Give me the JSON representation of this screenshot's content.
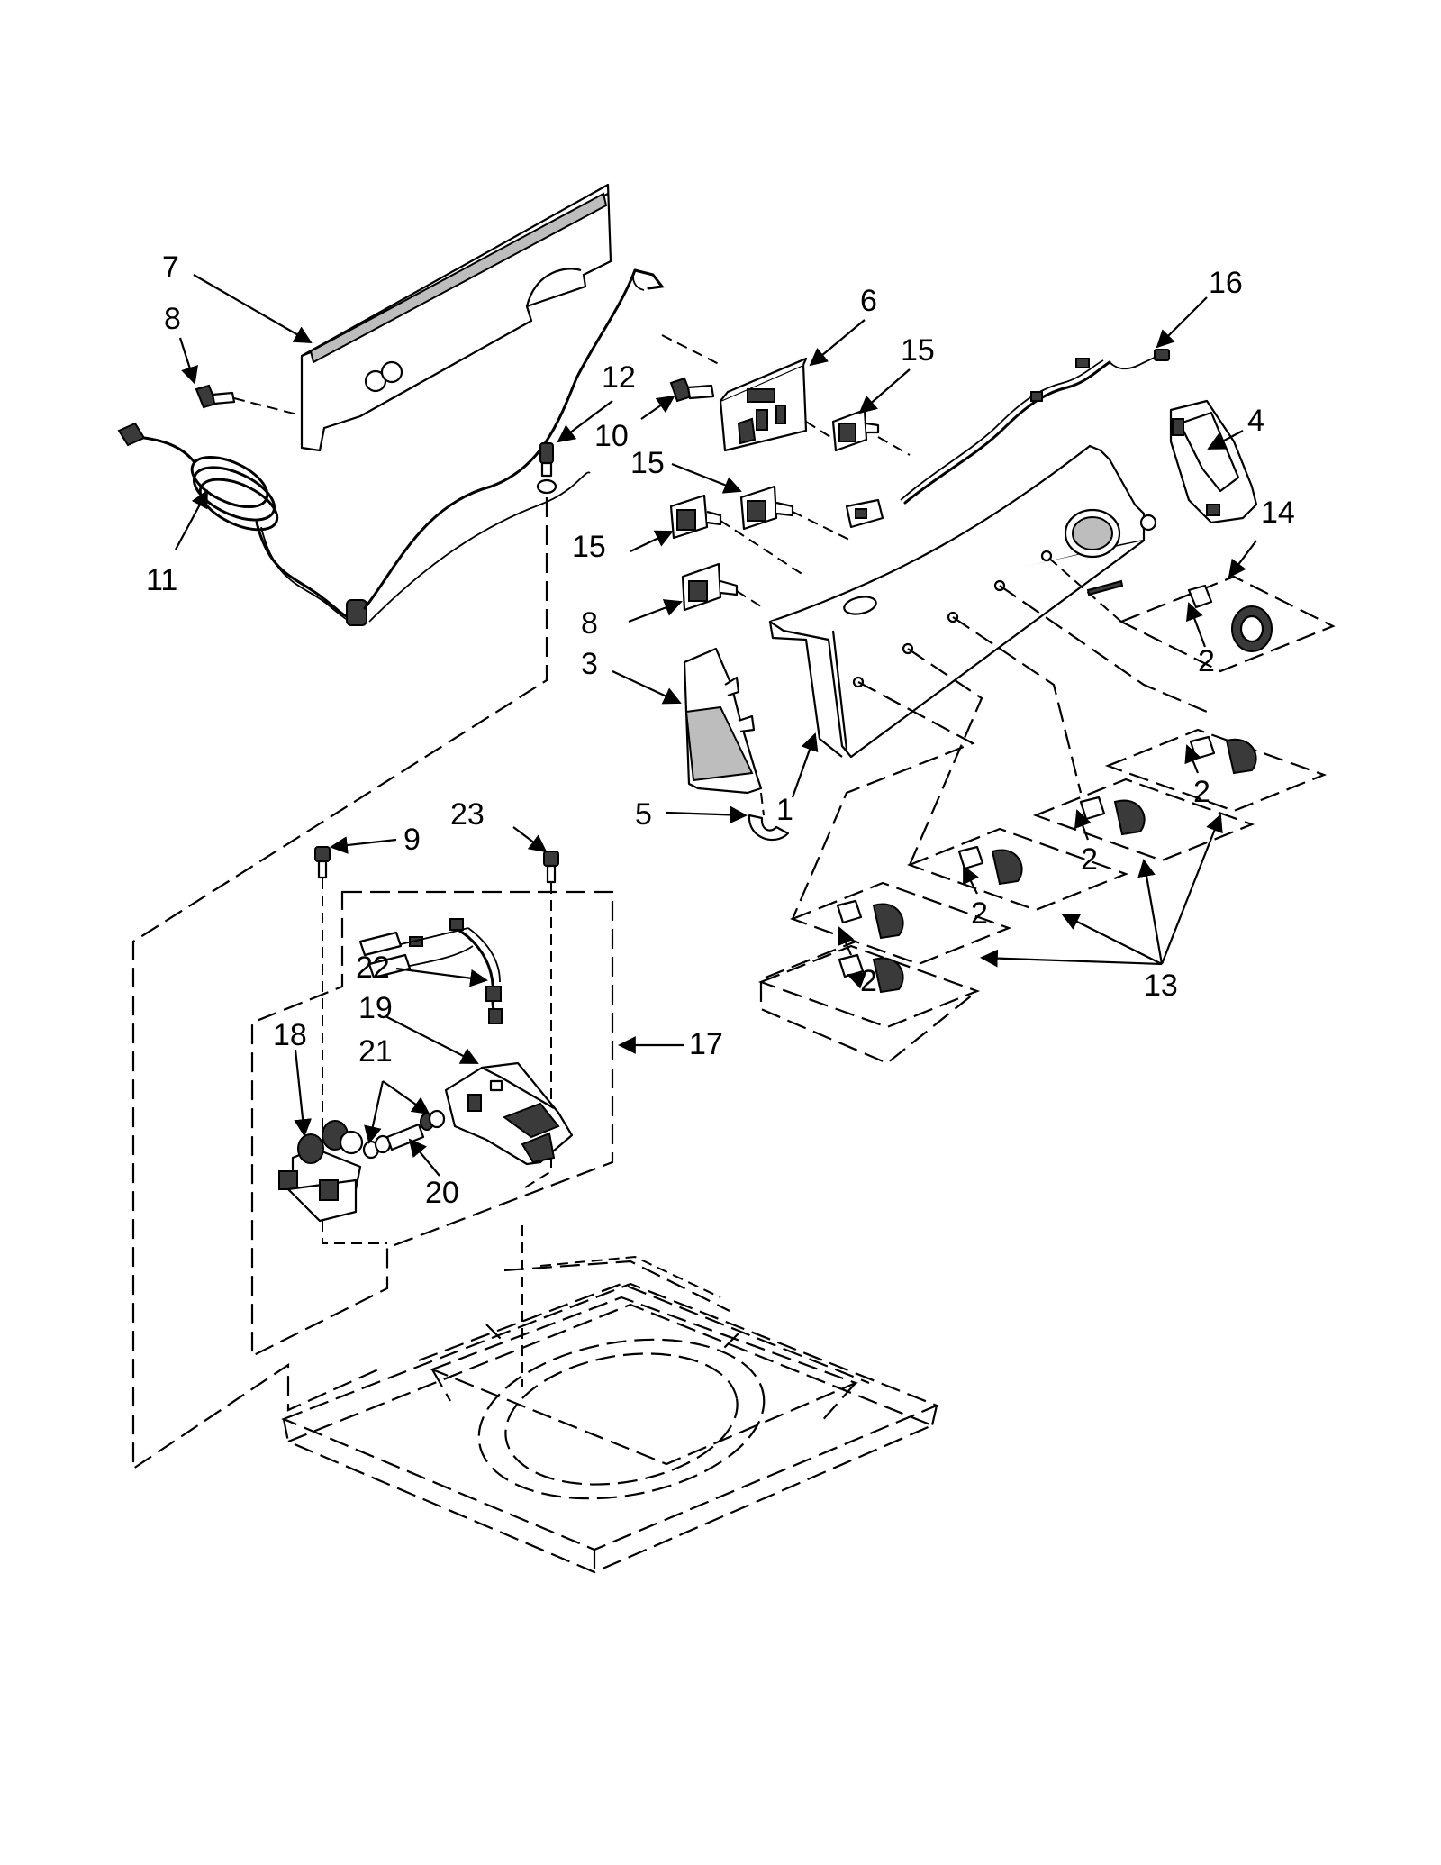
{
  "callouts": [
    {
      "id": "c1",
      "text": "1"
    },
    {
      "id": "c2a",
      "text": "2"
    },
    {
      "id": "c2b",
      "text": "2"
    },
    {
      "id": "c2c",
      "text": "2"
    },
    {
      "id": "c2d",
      "text": "2"
    },
    {
      "id": "c2e",
      "text": "2"
    },
    {
      "id": "c3",
      "text": "3"
    },
    {
      "id": "c4",
      "text": "4"
    },
    {
      "id": "c5",
      "text": "5"
    },
    {
      "id": "c6",
      "text": "6"
    },
    {
      "id": "c7",
      "text": "7"
    },
    {
      "id": "c8a",
      "text": "8"
    },
    {
      "id": "c8b",
      "text": "8"
    },
    {
      "id": "c9",
      "text": "9"
    },
    {
      "id": "c10",
      "text": "10"
    },
    {
      "id": "c11",
      "text": "11"
    },
    {
      "id": "c12",
      "text": "12"
    },
    {
      "id": "c13",
      "text": "13"
    },
    {
      "id": "c14",
      "text": "14"
    },
    {
      "id": "c15a",
      "text": "15"
    },
    {
      "id": "c15b",
      "text": "15"
    },
    {
      "id": "c15c",
      "text": "15"
    },
    {
      "id": "c16",
      "text": "16"
    },
    {
      "id": "c17",
      "text": "17"
    },
    {
      "id": "c18",
      "text": "18"
    },
    {
      "id": "c19",
      "text": "19"
    },
    {
      "id": "c20",
      "text": "20"
    },
    {
      "id": "c21",
      "text": "21"
    },
    {
      "id": "c22",
      "text": "22"
    },
    {
      "id": "c23",
      "text": "23"
    }
  ],
  "colors": {
    "line": "#000000",
    "background": "#ffffff",
    "shade": "#3a3a3a"
  }
}
